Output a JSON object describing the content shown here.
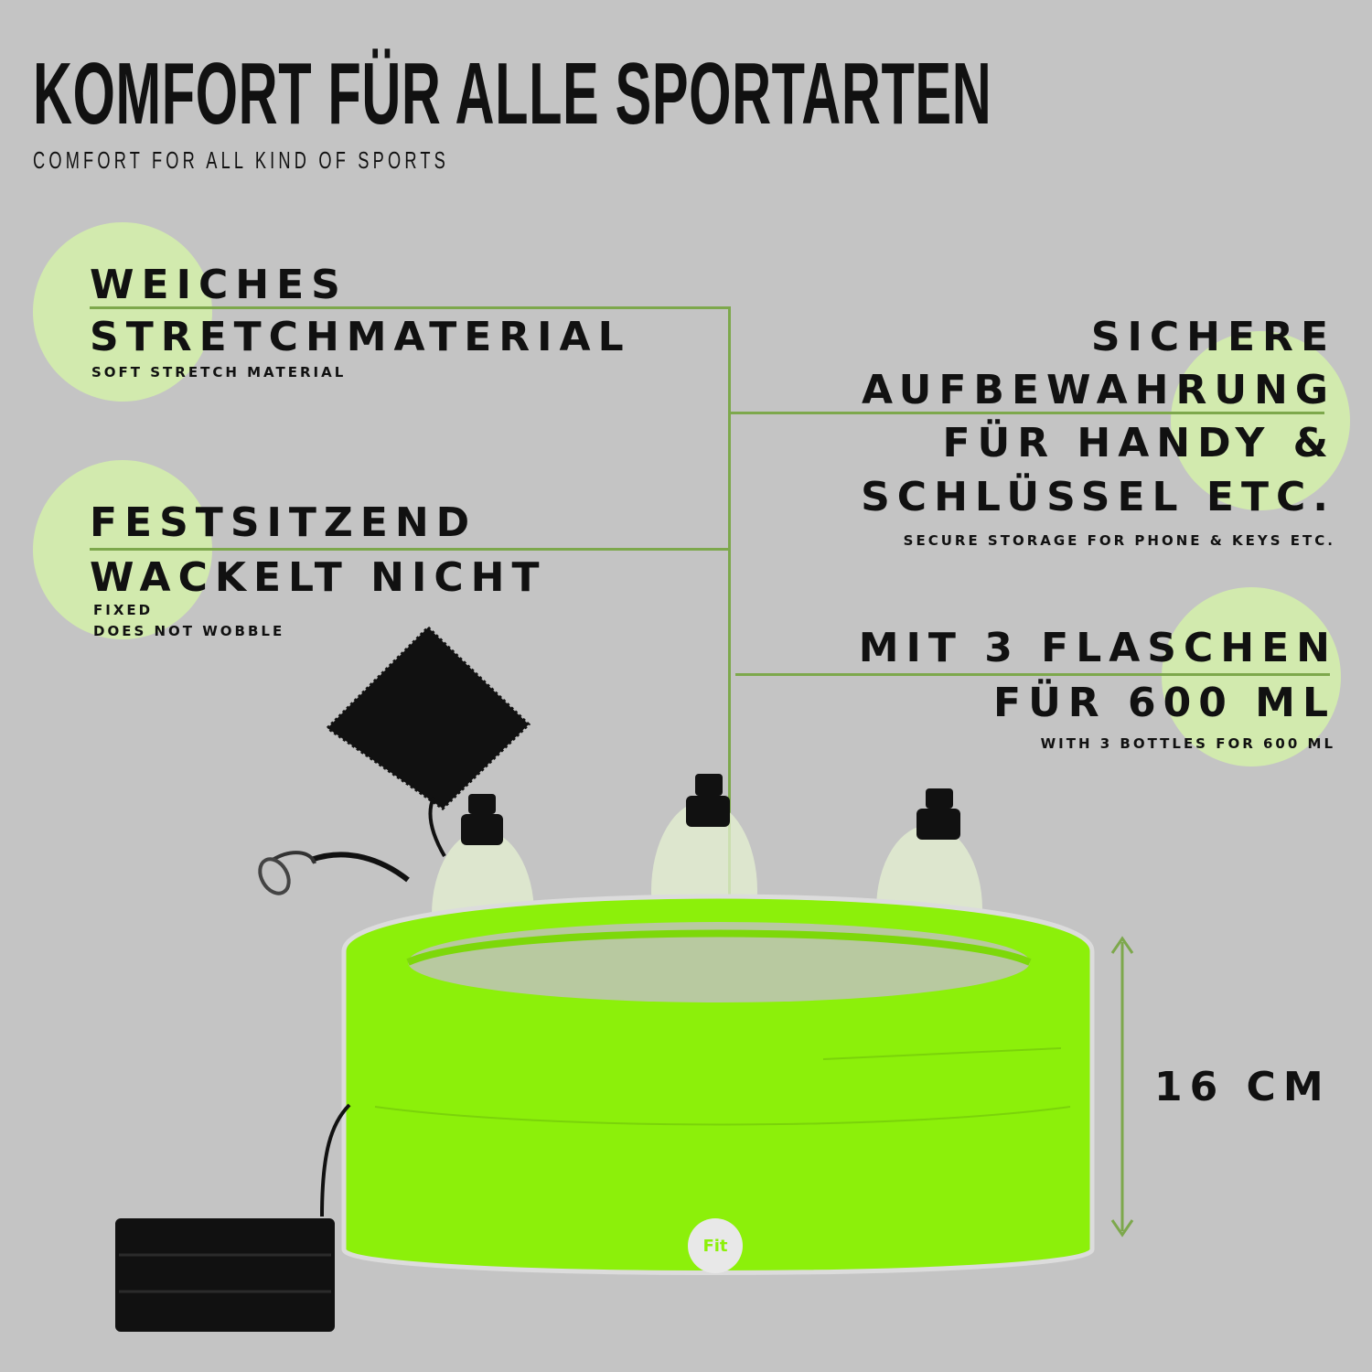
{
  "header": {
    "title": "KOMFORT FÜR ALLE SPORTARTEN",
    "subtitle": "COMFORT FOR ALL KIND OF SPORTS"
  },
  "features": {
    "soft_material": {
      "heading_line1": "WEICHES",
      "heading_line2": "STRETCHMATERIAL",
      "caption": "SOFT STRETCH MATERIAL"
    },
    "fixed_fit": {
      "heading_line1": "FESTSITZEND",
      "heading_line2": "WACKELT NICHT",
      "caption_line1": "FIXED",
      "caption_line2": "DOES NOT WOBBLE"
    },
    "secure_storage": {
      "heading_line1": "SICHERE",
      "heading_line2": "AUFBEWAHRUNG",
      "heading_line3": "FÜR HANDY &",
      "heading_line4": "SCHLÜSSEL ETC.",
      "caption": "SECURE STORAGE FOR PHONE & KEYS ETC."
    },
    "bottles": {
      "heading_line1": "MIT 3 FLASCHEN",
      "heading_line2": "FÜR 600 ML",
      "caption": "WITH 3 BOTTLES FOR 600 ML"
    }
  },
  "dimension": {
    "height_label": "16 CM"
  },
  "product": {
    "logo_text": "Fit"
  },
  "colors": {
    "background": "#c4c4c4",
    "accent_blob": "#d2eaae",
    "leader_line": "#7da84c",
    "belt_green": "#8cf00a"
  }
}
